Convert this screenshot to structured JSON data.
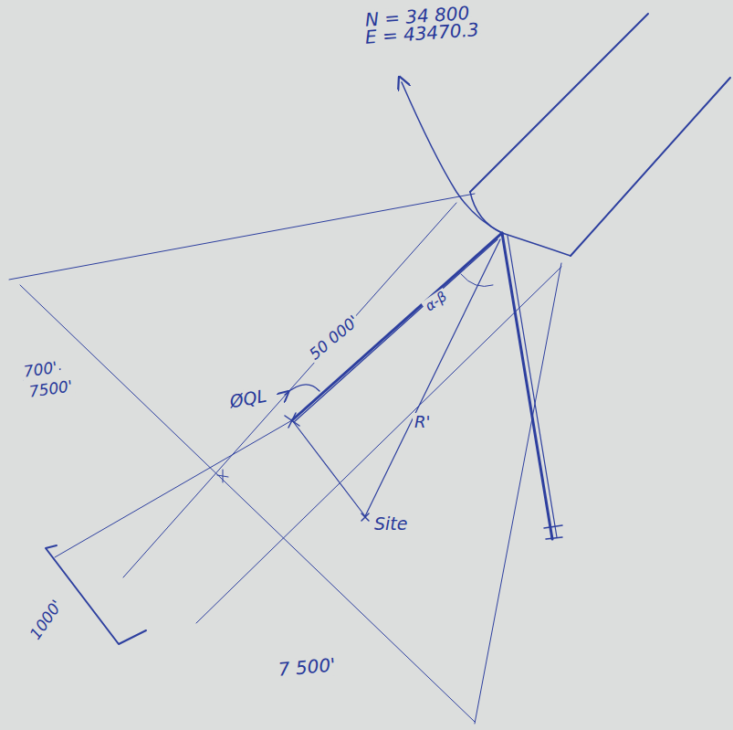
{
  "diagram": {
    "labels": [
      "N = 34 800",
      "E = 43470.3",
      "50 000'",
      "α-β",
      "ØQL",
      "R'",
      "Site",
      "700'",
      "7500'",
      "1000'",
      "7 500'"
    ]
  }
}
